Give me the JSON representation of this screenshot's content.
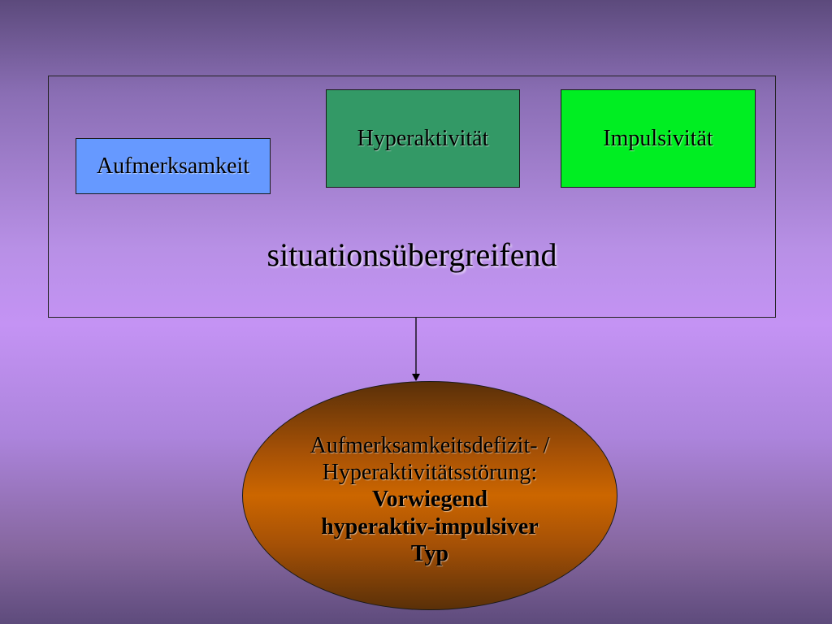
{
  "diagram": {
    "boxes": {
      "aufmerksamkeit": "Aufmerksamkeit",
      "hyperaktivitaet": "Hyperaktivität",
      "impulsivitaet": "Impulsivität"
    },
    "frame_label": "situationsübergreifend",
    "result": {
      "line1": "Aufmerksamkeitsdefizit- /",
      "line2": "Hyperaktivitätsstörung:",
      "line3": "Vorwiegend",
      "line4": "hyperaktiv-impulsiver",
      "line5": "Typ"
    },
    "colors": {
      "aufmerksamkeit": "#6699ff",
      "hyperaktivitaet": "#339966",
      "impulsivitaet": "#00ee22",
      "result": "#cc6600"
    }
  }
}
